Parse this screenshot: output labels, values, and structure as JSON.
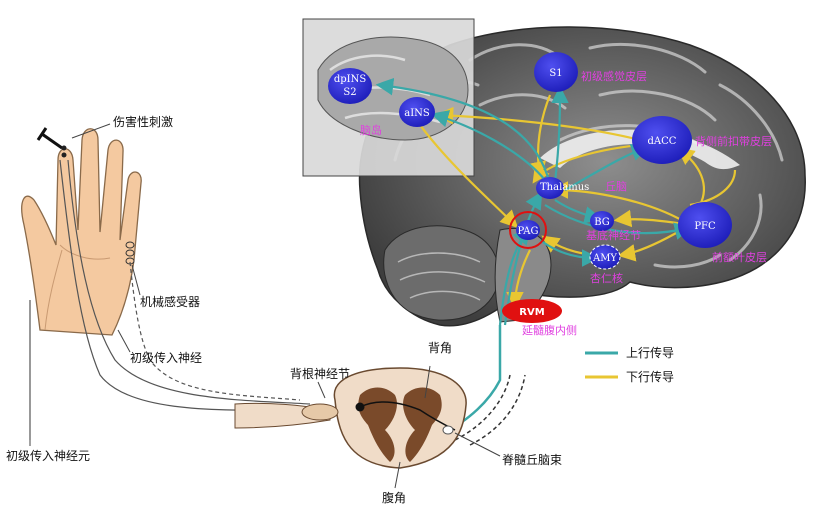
{
  "labels": {
    "noxious_stimulus": "伤害性刺激",
    "mechanoreceptor": "机械感受器",
    "primary_afferent_nerve": "初级传入神经",
    "primary_afferent_neuron": "初级传入神经元",
    "drg": "背根神经节",
    "dorsal_horn": "背角",
    "ventral_horn": "腹角",
    "spinothalamic_tract": "脊髓丘脑束",
    "rvm_sub": "延髓腹内侧"
  },
  "nodes": {
    "dpins": "dpINS",
    "s2": "S2",
    "ains": "aINS",
    "s1": "S1",
    "dacc": "dACC",
    "thalamus": "Thalamus",
    "pag": "PAG",
    "bg": "BG",
    "amy": "AMY",
    "pfc": "PFC",
    "rvm": "RVM"
  },
  "pink_labels": {
    "insula": "脑岛",
    "s1": "初级感觉皮层",
    "dacc": "背侧前扣带皮层",
    "thalamus": "丘脑",
    "bg": "基底神经节",
    "amy": "杏仁核",
    "pfc": "前额叶皮层"
  },
  "legend": {
    "ascending": "上行传导",
    "descending": "下行传导"
  },
  "colors": {
    "ascending": "#3aa8a8",
    "descending": "#e8c632",
    "node": "#2c2cd0",
    "pink": "#e040e0",
    "rvm": "#e01010"
  }
}
